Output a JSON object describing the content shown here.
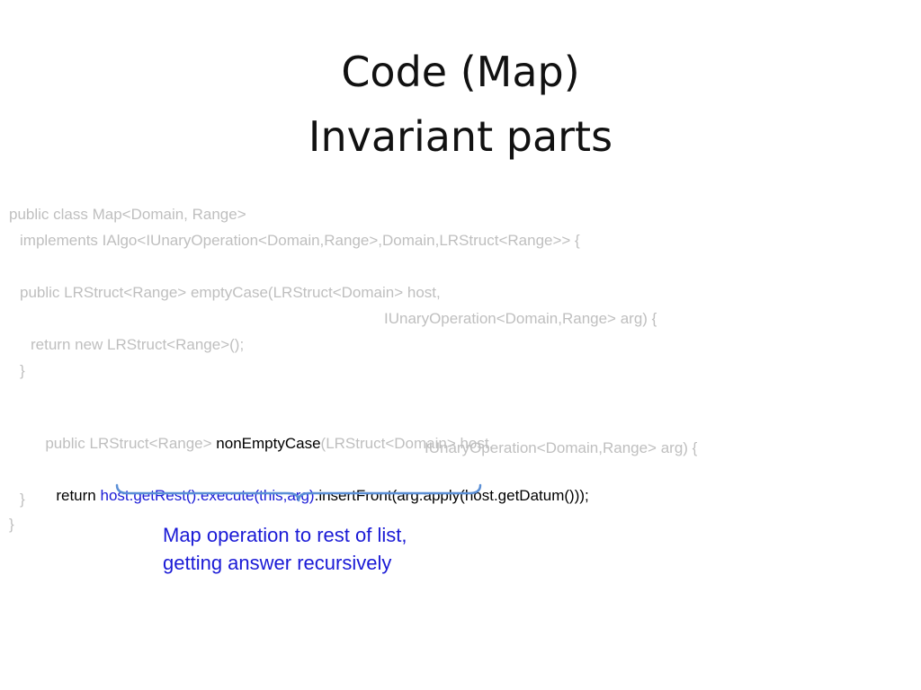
{
  "title": {
    "line1": "Code (Map)",
    "line2": "Invariant parts"
  },
  "code": {
    "l1": "public class Map<Domain, Range>",
    "l2": "implements IAlgo<IUnaryOperation<Domain,Range>,Domain,LRStruct<Range>> {",
    "l3": "public LRStruct<Range> emptyCase(LRStruct<Domain> host,",
    "l4": "IUnaryOperation<Domain,Range> arg) {",
    "l5": "return new LRStruct<Range>();",
    "l6": "}",
    "l7_pre": "public LRStruct<Range> ",
    "l7_method": "nonEmptyCase",
    "l7_post": "(LRStruct<Domain> host,",
    "l8": "IUnaryOperation<Domain,Range> arg) {",
    "l9_return": "return ",
    "l9_recursive": "host.getRest().execute(this,arg)",
    "l9_rest": ".insertFront(arg.apply(host.getDatum()));",
    "l10": "}",
    "l11": "}"
  },
  "annotation": {
    "text": "Map operation to rest of list, getting answer recursively"
  },
  "colors": {
    "dim_code": "#bfbfbf",
    "highlight": "#000000",
    "accent_blue": "#1a1ad6"
  }
}
